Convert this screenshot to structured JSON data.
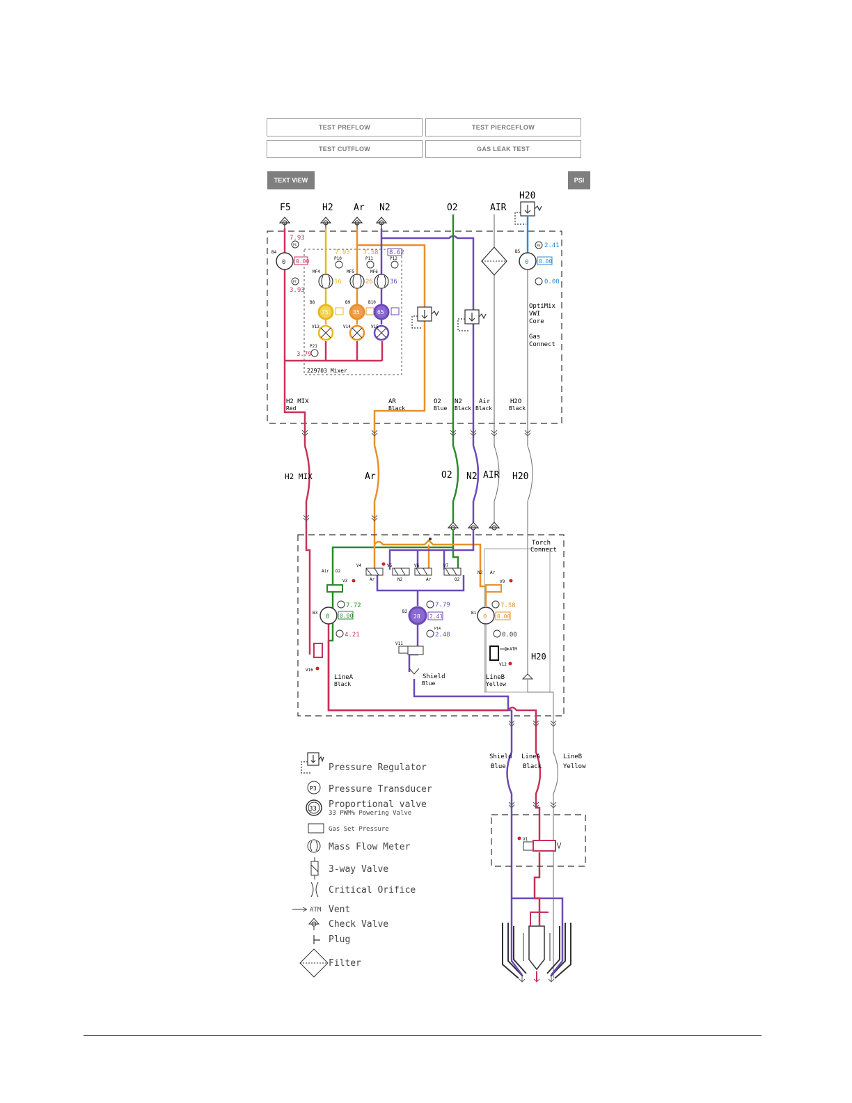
{
  "buttons": {
    "test_preflow": "TEST PREFLOW",
    "test_pierceflow": "TEST PIERCEFLOW",
    "test_cutflow": "TEST CUTFLOW",
    "gas_leak_test": "GAS LEAK TEST",
    "text_view": "TEXT VIEW",
    "psi": "PSI"
  },
  "colors": {
    "red": "#c8325a",
    "yellow": "#e8b820",
    "orange": "#e8902a",
    "purple": "#6a4ab8",
    "green": "#2a8a2a",
    "blue": "#2a8ad8",
    "gray": "#777777"
  },
  "inlets": {
    "f5": "F5",
    "h2": "H2",
    "ar": "Ar",
    "n2": "N2",
    "o2": "O2",
    "air": "AIR",
    "h2o": "H20"
  },
  "optimix": {
    "b4": "B4",
    "b4_value": "0",
    "b4_set": "0.00",
    "p4": "P4",
    "p4_value": "7.93",
    "p7": "P7",
    "p7_value": "3.93",
    "p21": "P21",
    "p21_value": "3.79",
    "p10": "P10",
    "p10_value": "7.93",
    "p11": "P11",
    "p11_value": "7.58",
    "p12": "P12",
    "p12_value": "8.62",
    "mf4": "MF4",
    "mf4_value": "16",
    "mf5": "MF5",
    "mf5_value": "26",
    "mf6": "MF6",
    "mf6_value": "36",
    "b8": "B8",
    "b8_value": "75",
    "b9": "B9",
    "b9_value": "35",
    "b10": "B10",
    "b10_value": "65",
    "v13": "V13",
    "v14": "V14",
    "v15": "V15",
    "mixer": "229703 Mixer",
    "b5": "B5",
    "b5_value": "0",
    "b5_set": "0.00",
    "p8": "P8",
    "p8_value": "2.41",
    "p9_value": "0.00",
    "core_label_1": "OptiMix",
    "core_label_2": "VWI",
    "core_label_3": "Core",
    "gas_connect_1": "Gas",
    "gas_connect_2": "Connect",
    "out_h2mix_1": "H2 MIX",
    "out_h2mix_2": "Red",
    "out_ar_1": "AR",
    "out_ar_2": "Black",
    "out_o2_1": "O2",
    "out_o2_2": "Blue",
    "out_n2_1": "N2",
    "out_n2_2": "Black",
    "out_air_1": "Air",
    "out_air_2": "Black",
    "out_h2o_1": "H2O",
    "out_h2o_2": "Black"
  },
  "hoses": {
    "h2mix": "H2 MIX",
    "ar": "Ar",
    "o2": "O2",
    "n2": "N2",
    "air": "AIR",
    "h2o": "H20"
  },
  "torch": {
    "title_1": "Torch",
    "title_2": "Connect",
    "v3": "V3",
    "v4": "V4",
    "v5": "V5",
    "v6": "V6",
    "v7": "V7",
    "v9": "V9",
    "v11": "V11",
    "v12": "V12",
    "v16": "V16",
    "air_l": "Air",
    "o2_l": "O2",
    "ar_l1": "Ar",
    "n2_l1": "N2",
    "ar_l2": "Ar",
    "o2_l2": "O2",
    "n2_l3": "N2",
    "ar_l3": "Ar",
    "b3": "B3",
    "b3_value": "0",
    "b3_set": "0.00",
    "b2": "B2",
    "b2_value": "28",
    "b2_set": "2.41",
    "b1": "B1",
    "b1_value": "0",
    "b1_set": "0.00",
    "p2_value": "7.72",
    "p3_value": "4.21",
    "p1_value": "7.79",
    "p14": "P14",
    "p14_value": "2.48",
    "p6_value": "7.58",
    "p5_value": "0.00",
    "atm": "ATM",
    "linea_1": "LineA",
    "linea_2": "Black",
    "shield_1": "Shield",
    "shield_2": "Blue",
    "lineb_1": "LineB",
    "lineb_2": "Yellow",
    "h2o": "H20"
  },
  "leads": {
    "shield_1": "Shield",
    "shield_2": "Blue",
    "linea_1": "LineA",
    "linea_2": "Black",
    "lineb_1": "LineB",
    "lineb_2": "Yellow",
    "v1": "V1"
  },
  "legend": {
    "pressure_regulator": "Pressure Regulator",
    "pressure_transducer": "Pressure Transducer",
    "p3_symbol": "P3",
    "proportional_valve": "Proportional valve",
    "proportional_valve_sub": "33 PWM% Powering Valve",
    "pv_symbol": "33",
    "gas_set_pressure": "Gas Set Pressure",
    "mass_flow_meter": "Mass Flow Meter",
    "three_way_valve": "3-way Valve",
    "critical_orifice": "Critical Orifice",
    "atm": "ATM",
    "vent": "Vent",
    "check_valve": "Check Valve",
    "plug": "Plug",
    "filter": "Filter"
  }
}
